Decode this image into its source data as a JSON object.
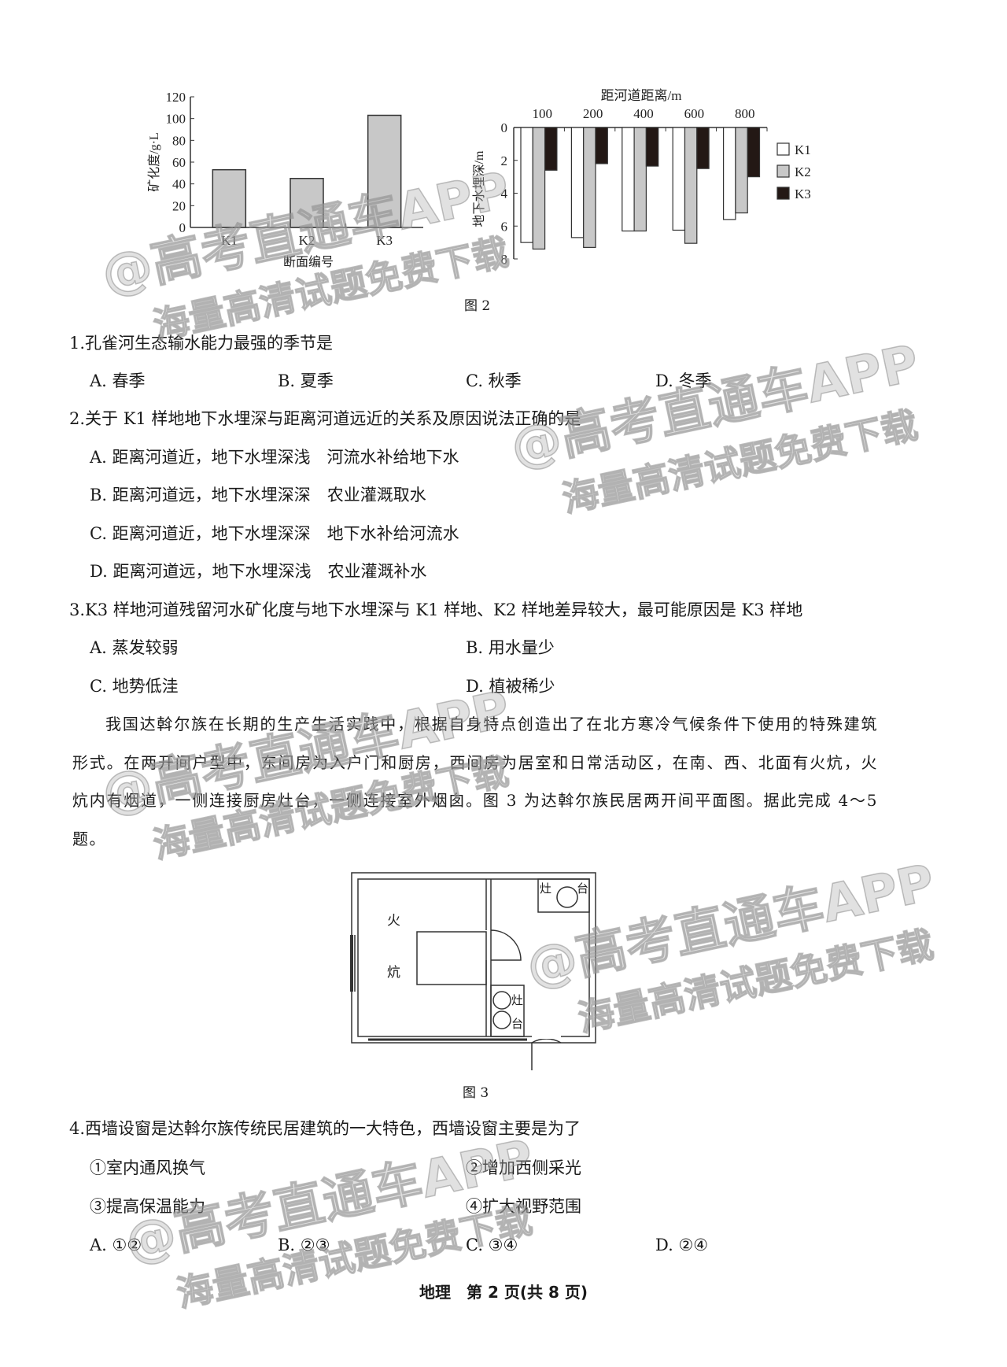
{
  "chart_data": [
    {
      "type": "bar",
      "title": "",
      "categories": [
        "K1",
        "K2",
        "K3"
      ],
      "values": [
        53,
        45,
        103
      ],
      "xlabel": "断面编号",
      "ylabel": "矿化度/g·L",
      "ylim": [
        0,
        120
      ],
      "yticks": [
        "0",
        "20",
        "40",
        "60",
        "80",
        "100",
        "120"
      ],
      "grid": false
    },
    {
      "type": "bar",
      "title": "距河道距离/m",
      "categories": [
        "100",
        "200",
        "400",
        "600",
        "800"
      ],
      "series": [
        {
          "name": "K1",
          "color": "#ffffff",
          "values": [
            7.0,
            6.7,
            6.3,
            6.25,
            5.6
          ]
        },
        {
          "name": "K2",
          "color": "#c8c8c8",
          "values": [
            7.4,
            7.3,
            6.3,
            7.05,
            5.2
          ]
        },
        {
          "name": "K3",
          "color": "#231815",
          "values": [
            2.6,
            2.2,
            2.35,
            2.5,
            3.0
          ]
        }
      ],
      "ylabel": "地下水埋深/m",
      "ylim": [
        0,
        8
      ],
      "yticks": [
        "0",
        "2",
        "4",
        "6",
        "8"
      ],
      "y_inverted": true,
      "legend": "right",
      "grid": false
    }
  ],
  "fig2_caption": "图 2",
  "q1": {
    "stem": "1.孔雀河生态输水能力最强的季节是",
    "options": [
      "A. 春季",
      "B. 夏季",
      "C. 秋季",
      "D. 冬季"
    ]
  },
  "q2": {
    "stem": "2.关于 K1 样地地下水埋深与距离河道远近的关系及原因说法正确的是",
    "options": [
      "A. 距离河道近，地下水埋深浅　河流水补给地下水",
      "B. 距离河道远，地下水埋深深　农业灌溉取水",
      "C. 距离河道近，地下水埋深深　地下水补给河流水",
      "D. 距离河道远，地下水埋深浅　农业灌溉补水"
    ]
  },
  "q3": {
    "stem": "3.K3 样地河道残留河水矿化度与地下水埋深与 K1 样地、K2 样地差异较大，最可能原因是 K3 样地",
    "options": [
      "A. 蒸发较弱",
      "B. 用水量少",
      "C. 地势低洼",
      "D. 植被稀少"
    ]
  },
  "passage": "我国达斡尔族在长期的生产生活实践中，根据自身特点创造出了在北方寒冷气候条件下使用的特殊建筑形式。在两开间户型中，东间房为入户门和厨房，西间房为居室和日常活动区，在南、西、北面有火炕，火炕内有烟道，一侧连接厨房灶台，一侧连接室外烟囱。图 3 为达斡尔族民居两开间平面图。据此完成 4～5 题。",
  "floorplan": {
    "kang_1": "火",
    "kang_2": "炕",
    "stove_top_1": "灶",
    "stove_top_2": "台",
    "stove_bottom_1": "灶",
    "stove_bottom_2": "台"
  },
  "fig3_caption": "图 3",
  "q4": {
    "stem": "4.西墙设窗是达斡尔族传统民居建筑的一大特色，西墙设窗主要是为了",
    "items": [
      "①室内通风换气",
      "②增加西侧采光",
      "③提高保温能力",
      "④扩大视野范围"
    ],
    "options": [
      "A. ①②",
      "B. ②③",
      "C. ③④",
      "D. ②④"
    ]
  },
  "footer": "地理　第 2 页(共 8 页)",
  "watermark": {
    "line1": "@高考直通车APP",
    "line2": "海量高清试题免费下载"
  }
}
